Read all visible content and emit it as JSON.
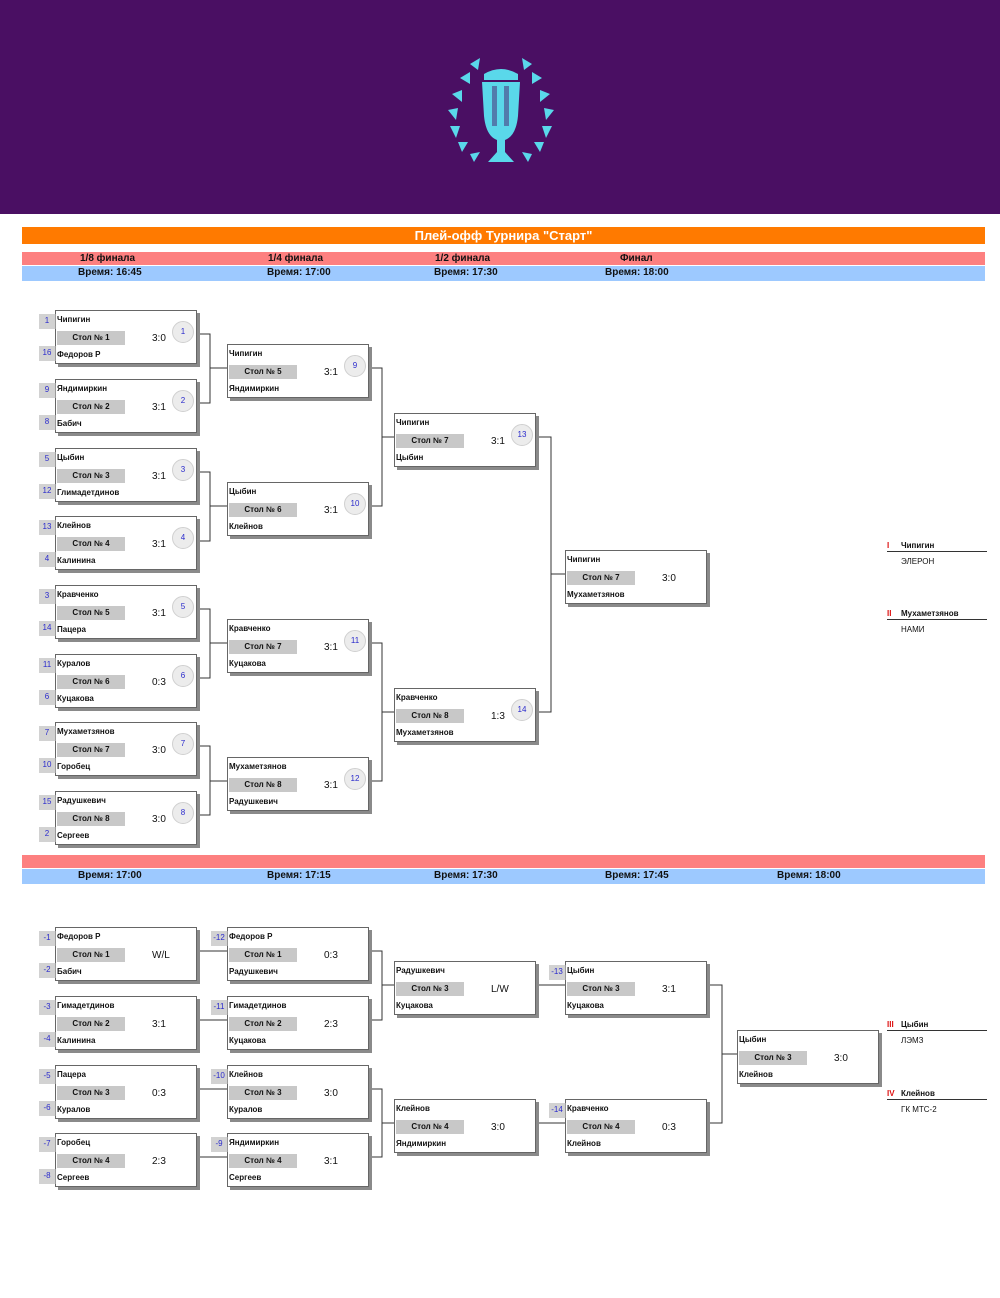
{
  "title": "Плей-офф Турнира \"Старт\"",
  "stages": [
    "1/8 финала",
    "1/4 финала",
    "1/2 финала",
    "Финал"
  ],
  "times_main": [
    "Время: 16:45",
    "Время: 17:00",
    "Время: 17:30",
    "Время: 18:00"
  ],
  "times_consolation": [
    "Время: 17:00",
    "Время: 17:15",
    "Время: 17:30",
    "Время: 17:45",
    "Время: 18:00"
  ],
  "matches": [
    {
      "p1": "Чипигин",
      "p2": "Федоров Р",
      "table": "Стол № 1",
      "score": "3:0",
      "num": "1",
      "s1": "1",
      "s2": "16"
    },
    {
      "p1": "Яндимиркин",
      "p2": "Бабич",
      "table": "Стол № 2",
      "score": "3:1",
      "num": "2",
      "s1": "9",
      "s2": "8"
    },
    {
      "p1": "Цыбин",
      "p2": "Глимадетдинов",
      "table": "Стол № 3",
      "score": "3:1",
      "num": "3",
      "s1": "5",
      "s2": "12"
    },
    {
      "p1": "Клейнов",
      "p2": "Калинина",
      "table": "Стол № 4",
      "score": "3:1",
      "num": "4",
      "s1": "13",
      "s2": "4"
    },
    {
      "p1": "Кравченко",
      "p2": "Пацера",
      "table": "Стол № 5",
      "score": "3:1",
      "num": "5",
      "s1": "3",
      "s2": "14"
    },
    {
      "p1": "Куралов",
      "p2": "Куцакова",
      "table": "Стол № 6",
      "score": "0:3",
      "num": "6",
      "s1": "11",
      "s2": "6"
    },
    {
      "p1": "Мухаметзянов",
      "p2": "Горобец",
      "table": "Стол № 7",
      "score": "3:0",
      "num": "7",
      "s1": "7",
      "s2": "10"
    },
    {
      "p1": "Радушкевич",
      "p2": "Сергеев",
      "table": "Стол № 8",
      "score": "3:0",
      "num": "8",
      "s1": "15",
      "s2": "2"
    },
    {
      "p1": "Чипигин",
      "p2": "Яндимиркин",
      "table": "Стол № 5",
      "score": "3:1",
      "num": "9"
    },
    {
      "p1": "Цыбин",
      "p2": "Клейнов",
      "table": "Стол № 6",
      "score": "3:1",
      "num": "10"
    },
    {
      "p1": "Кравченко",
      "p2": "Куцакова",
      "table": "Стол № 7",
      "score": "3:1",
      "num": "11"
    },
    {
      "p1": "Мухаметзянов",
      "p2": "Радушкевич",
      "table": "Стол № 8",
      "score": "3:1",
      "num": "12"
    },
    {
      "p1": "Чипигин",
      "p2": "Цыбин",
      "table": "Стол № 7",
      "score": "3:1",
      "num": "13"
    },
    {
      "p1": "Кравченко",
      "p2": "Мухаметзянов",
      "table": "Стол № 8",
      "score": "1:3",
      "num": "14"
    },
    {
      "p1": "Чипигин",
      "p2": "Мухаметзянов",
      "table": "Стол № 7",
      "score": "3:0"
    },
    {
      "p1": "Федоров Р",
      "p2": "Бабич",
      "table": "Стол № 1",
      "score": "W/L",
      "s1": "-1",
      "s2": "-2"
    },
    {
      "p1": "Гимадетдинов",
      "p2": "Калинина",
      "table": "Стол № 2",
      "score": "3:1",
      "s1": "-3",
      "s2": "-4"
    },
    {
      "p1": "Пацера",
      "p2": "Куралов",
      "table": "Стол № 3",
      "score": "0:3",
      "s1": "-5",
      "s2": "-6"
    },
    {
      "p1": "Горобец",
      "p2": "Сергеев",
      "table": "Стол № 4",
      "score": "2:3",
      "s1": "-7",
      "s2": "-8"
    },
    {
      "p1": "Федоров Р",
      "p2": "Радушкевич",
      "table": "Стол № 1",
      "score": "0:3",
      "s1": "-12"
    },
    {
      "p1": "Гимадетдинов",
      "p2": "Куцакова",
      "table": "Стол № 2",
      "score": "2:3",
      "s1": "-11"
    },
    {
      "p1": "Клейнов",
      "p2": "Куралов",
      "table": "Стол № 3",
      "score": "3:0",
      "s1": "-10"
    },
    {
      "p1": "Яндимиркин",
      "p2": "Сергеев",
      "table": "Стол № 4",
      "score": "3:1",
      "s1": "-9"
    },
    {
      "p1": "Радушкевич",
      "p2": "Куцакова",
      "table": "Стол № 3",
      "score": "L/W"
    },
    {
      "p1": "Клейнов",
      "p2": "Яндимиркин",
      "table": "Стол № 4",
      "score": "3:0"
    },
    {
      "p1": "Цыбин",
      "p2": "Куцакова",
      "table": "Стол № 3",
      "score": "3:1",
      "s1": "-13"
    },
    {
      "p1": "Кравченко",
      "p2": "Клейнов",
      "table": "Стол № 4",
      "score": "0:3",
      "s1": "-14"
    },
    {
      "p1": "Цыбин",
      "p2": "Клейнов",
      "table": "Стол № 3",
      "score": "3:0"
    }
  ],
  "results": [
    {
      "place": "I",
      "name": "Чипигин",
      "club": "ЭЛЕРОН"
    },
    {
      "place": "II",
      "name": "Мухаметзянов",
      "club": "НАМИ"
    },
    {
      "place": "III",
      "name": "Цыбин",
      "club": "ЛЭМЗ"
    },
    {
      "place": "IV",
      "name": "Клейнов",
      "club": "ГК МТС-2"
    }
  ],
  "colors": {
    "header": "#4a0f63",
    "title_bar": "#ff7a00",
    "stage_bar": "#fd8080",
    "time_bar": "#9dc9ff",
    "logo": "#5ad8ea",
    "place": "#dd1111"
  }
}
